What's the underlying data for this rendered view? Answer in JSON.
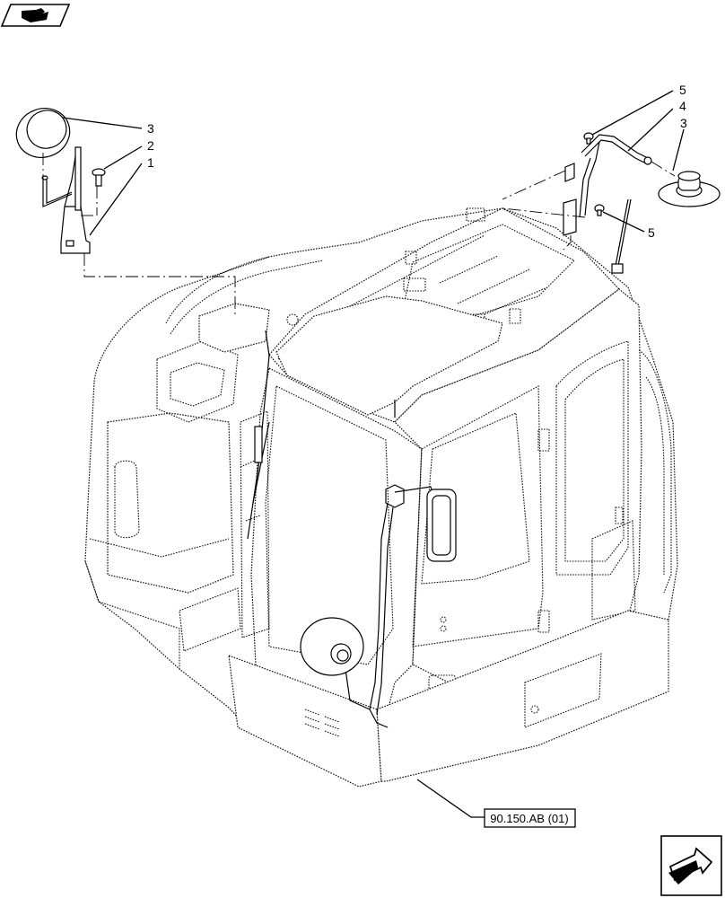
{
  "callouts": {
    "c3_left": "3",
    "c2": "2",
    "c1": "1",
    "c5_top": "5",
    "c4": "4",
    "c3_right": "3",
    "c5_bottom": "5"
  },
  "reference_box": {
    "label": "90.150.AB (01)"
  },
  "icons": {
    "top_left": "section-book-icon",
    "bottom_right": "next-page-arrow-icon"
  }
}
